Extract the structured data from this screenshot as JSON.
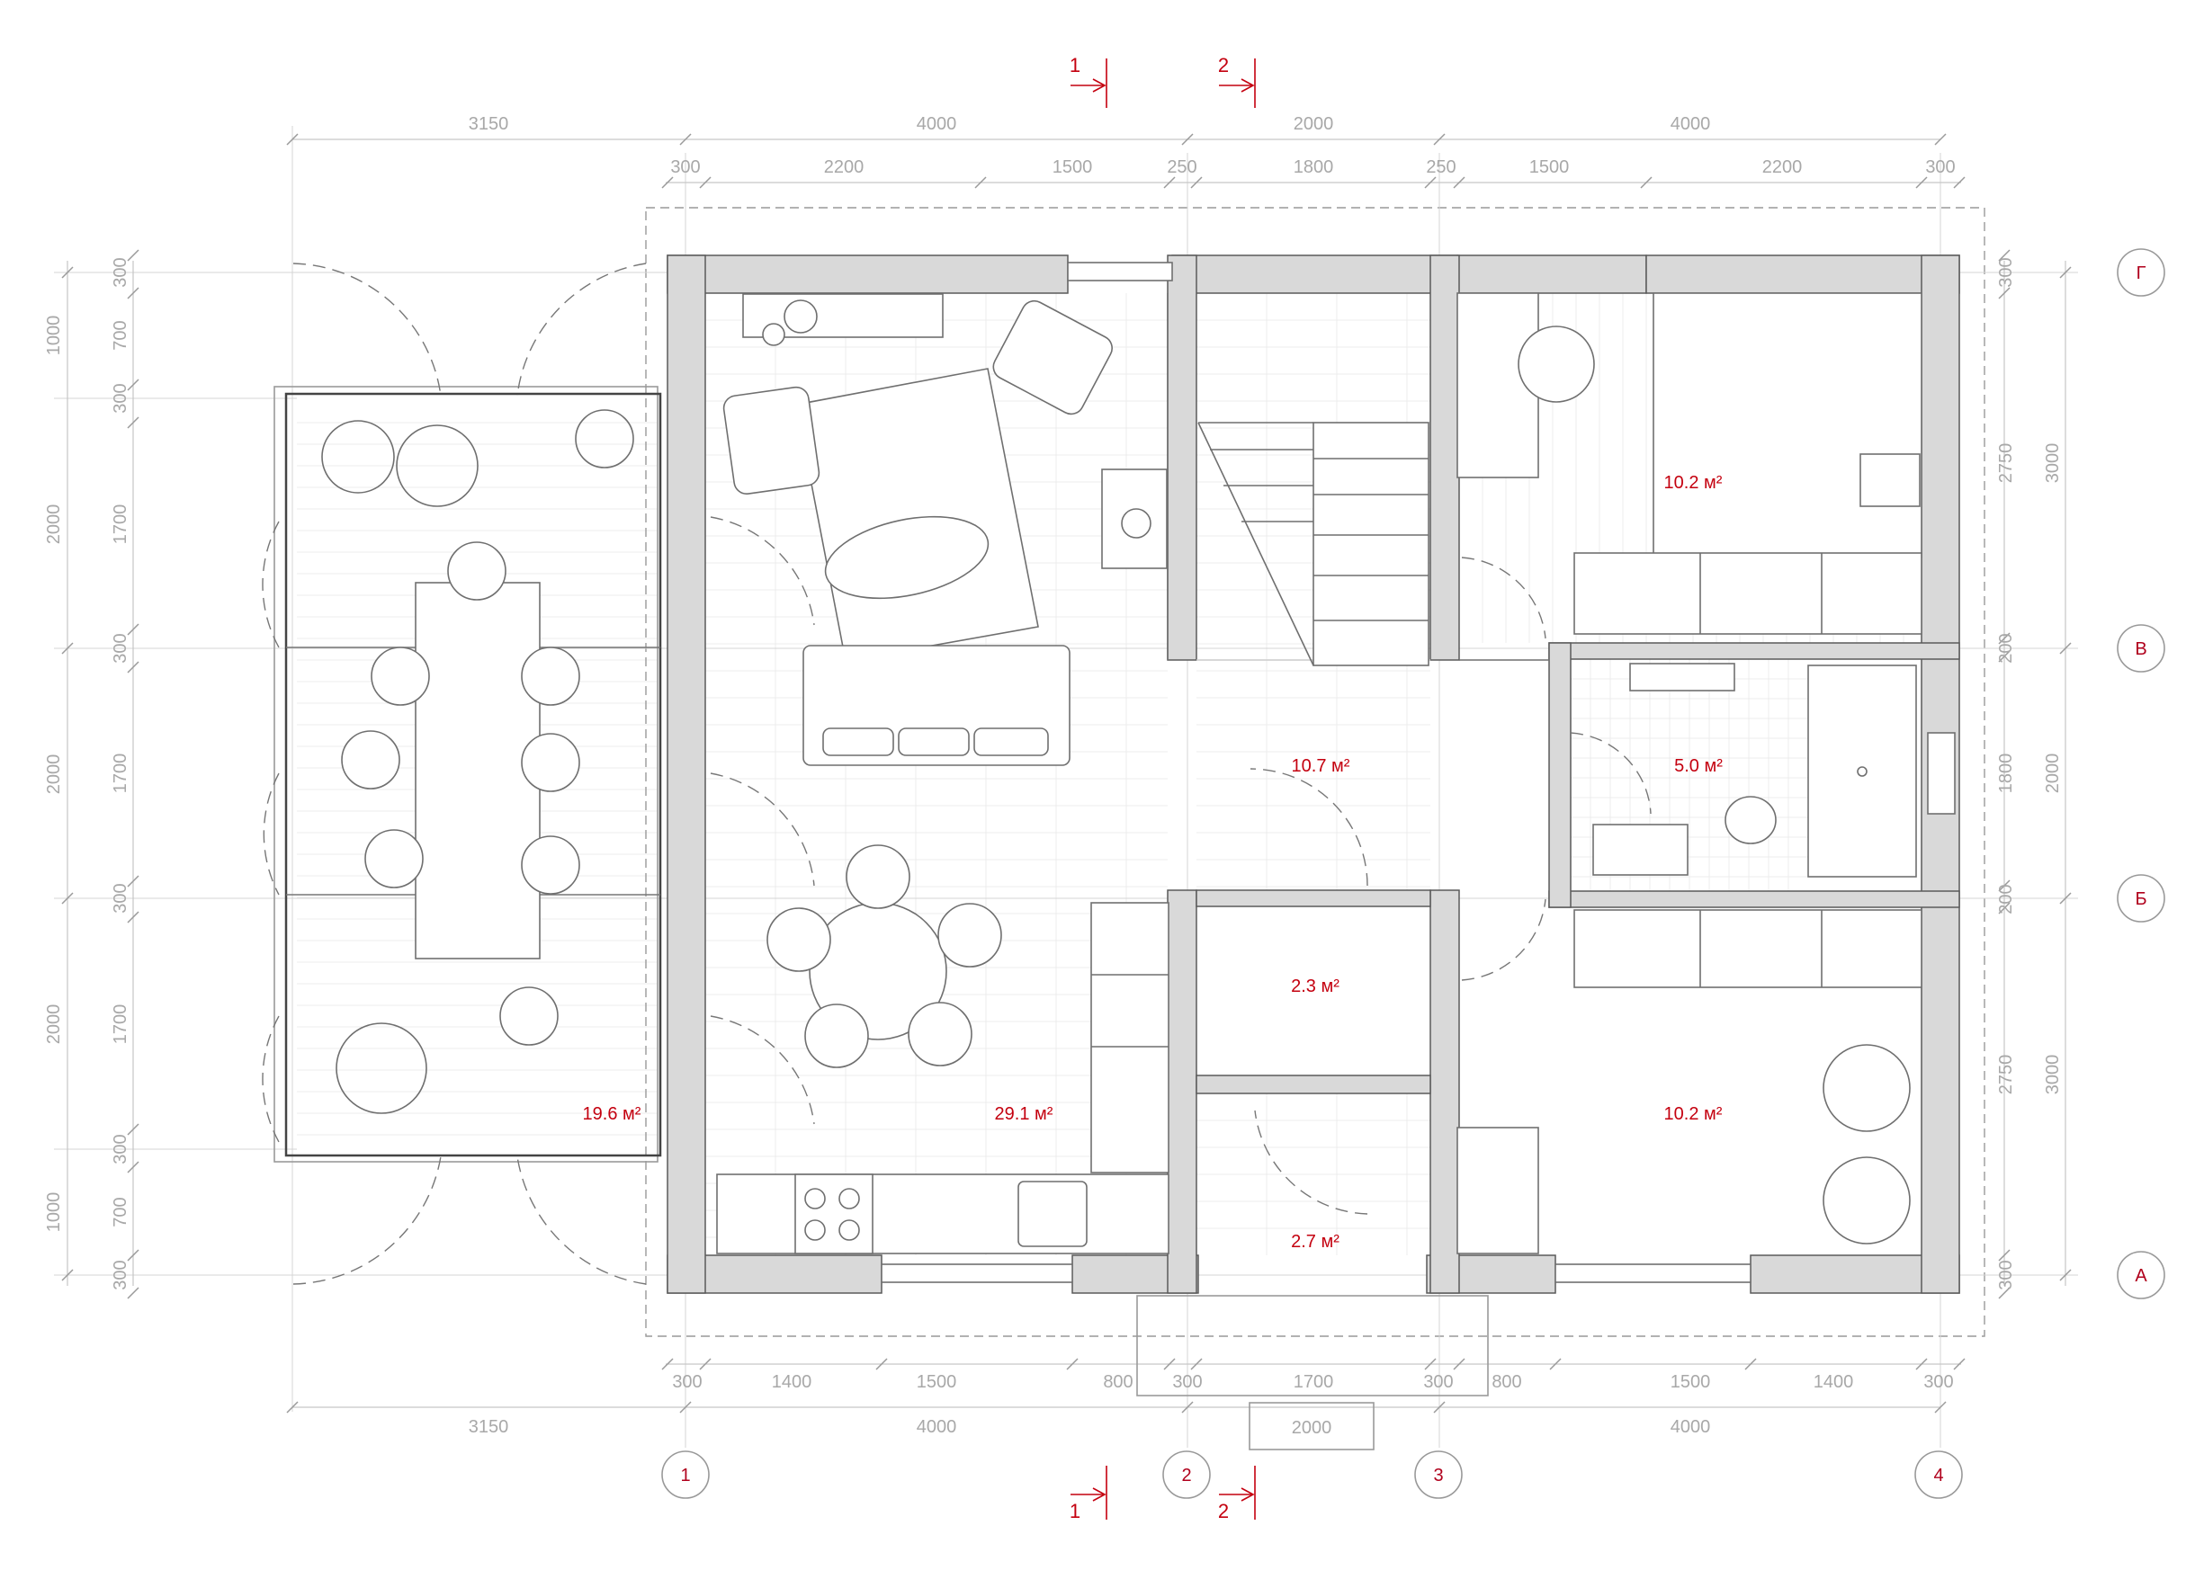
{
  "colors": {
    "accent": "#c4000f",
    "dimension": "#a8a8a8",
    "wall": "#3a3a3a"
  },
  "dimensions": {
    "top_outer": [
      "3150",
      "4000",
      "2000",
      "4000"
    ],
    "top_inner": [
      "300",
      "2200",
      "1500",
      "250",
      "1800",
      "250",
      "1500",
      "2200",
      "300"
    ],
    "bottom_inner": [
      "300",
      "1400",
      "1500",
      "800",
      "300",
      "1700",
      "300",
      "800",
      "1500",
      "1400",
      "300"
    ],
    "bottom_outer": [
      "3150",
      "4000",
      "2000",
      "4000"
    ],
    "porch_width": "2000",
    "left_outer": [
      "1000",
      "2000",
      "2000",
      "2000",
      "1000"
    ],
    "left_inner": [
      "300",
      "700",
      "300",
      "1700",
      "300",
      "1700",
      "300",
      "1700",
      "300",
      "700",
      "300"
    ],
    "right_inner": [
      "300",
      "2750",
      "200",
      "1800",
      "200",
      "2750",
      "300"
    ],
    "right_outer": [
      "3000",
      "2000",
      "3000"
    ]
  },
  "axes": {
    "columns": [
      "1",
      "2",
      "3",
      "4"
    ],
    "rows": [
      "Г",
      "В",
      "Б",
      "А"
    ]
  },
  "sections": {
    "cut1": "1",
    "cut2": "2"
  },
  "rooms": {
    "terrace": "19.6 м²",
    "living_kitchen": "29.1 м²",
    "hall": "10.7 м²",
    "bedroom_top": "10.2 м²",
    "bathroom": "5.0 м²",
    "vestibule": "2.3 м²",
    "entry": "2.7 м²",
    "bedroom_bottom": "10.2 м²"
  }
}
